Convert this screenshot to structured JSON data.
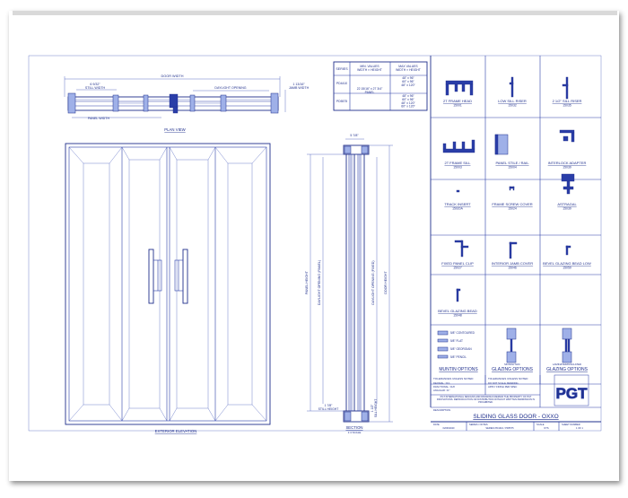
{
  "plan": {
    "door_width": "DOOR WIDTH",
    "still_width_top": "6 9/32\"\nSTILL WIDTH",
    "daylight_opening": "DAYLIGHT OPENING",
    "jamb_width": "1 13/16\"\nJAMB WIDTH",
    "panel_width": "PANEL WIDTH",
    "title": "PLAN VIEW"
  },
  "elevation": {
    "title": "EXTERIOR ELEVATION"
  },
  "section": {
    "top_dim": "5 7/8\"",
    "door_height": "DOOR HEIGHT",
    "panel_height": "PANEL HEIGHT",
    "daylight_panel": "DAYLIGHT OPENING (PANEL)",
    "daylight_fixed": "DAYLIGHT OPENING (FIXED)",
    "still_height": "1 7/8\"\nSTILL HEIGHT",
    "sill_height": "1 1/2\"\nSILL HEIGHT",
    "title": "SECTION",
    "scale": "1:4 SCALE"
  },
  "size_table": {
    "headers": [
      "SERIES",
      "MIN. VALUES\nWIDTH × HEIGHT",
      "MAX VALUES\nWIDTH × HEIGHT"
    ],
    "rows": [
      {
        "series": "PD4410",
        "min": "22 15/16\" x 27 3/4\"\nPANEL",
        "max": "48\" x 96\"\n60\" x 96\"\n48\" x 120\""
      },
      {
        "series": "PD5575",
        "min": "",
        "max": "48\" x 96\"\n60\" x 96\"\n48\" x 120\"\n60\" x 120\""
      }
    ]
  },
  "parts": [
    {
      "name": "2T FRAME HEAD",
      "code": "15001"
    },
    {
      "name": "LOW SILL RISER",
      "code": "15032"
    },
    {
      "name": "2 1/2\" SILL RISER",
      "code": "15035"
    },
    {
      "name": "2T FRAME SILL",
      "code": "15003"
    },
    {
      "name": "PANEL STILE / RAIL",
      "code": "15004"
    },
    {
      "name": "INTERLOCK ADAPTER",
      "code": "15039"
    },
    {
      "name": "TRACK INSERT",
      "code": "15020A"
    },
    {
      "name": "FRAME SCREW COVER",
      "code": "15024"
    },
    {
      "name": "ASTRAGAL",
      "code": "15039"
    },
    {
      "name": "FIXED PANEL CLIP",
      "code": "15027"
    },
    {
      "name": "INTERIOR JAMB COVER",
      "code": "15046"
    },
    {
      "name": "BEVEL GLAZING BEAD LOW",
      "code": "15059"
    },
    {
      "name": "BEVEL GLAZING BEAD",
      "code": "15048"
    }
  ],
  "muntin": {
    "items": [
      "5/8\" CONTOURED",
      "5/8\" FLAT",
      "5/8\" GEORGIAN",
      "5/8\" PENCIL"
    ],
    "title": "MUNTIN OPTIONS"
  },
  "glazing": [
    {
      "title": "GLAZING OPTIONS",
      "note": "MONOLITHIC"
    },
    {
      "title": "GLAZING OPTIONS",
      "note": "LAMINATED/INSULATED"
    }
  ],
  "tolerances": {
    "left_title": "TOLERANCES UNLESS NOTED",
    "left_lines": [
      "DECIMAL: ±0.1",
      "FRACTIONAL: ±1/8",
      "ANGULAR: ±1°"
    ],
    "right_title": "TOLERANCES UNLESS NOTED",
    "right_lines": [
      "DO NOT SCALE DRAWING",
      "APPLY FINISH PER SPEC"
    ]
  },
  "notice": "PGT INTERNATIONAL DESIGNS AND DRAWINGS REMAIN THE PROPERTY OF PGT INNOVATIONS. REPRODUCTION OR DISTRIBUTION WITHOUT WRITTEN PERMISSION IS PROHIBITED.",
  "logo": "PGT",
  "title_block": {
    "description_label": "DESCRIPTION",
    "title": "SLIDING GLASS DOOR - OXXO",
    "fields": [
      {
        "label": "DATE",
        "value": "02/06/2020"
      },
      {
        "label": "SERIES / NOTES",
        "value": "SERIES PD4410 / PD5575"
      },
      {
        "label": "SCALE",
        "value": "NTS"
      },
      {
        "label": "SHEET NUMBER",
        "value": "1 OF 1"
      }
    ]
  }
}
